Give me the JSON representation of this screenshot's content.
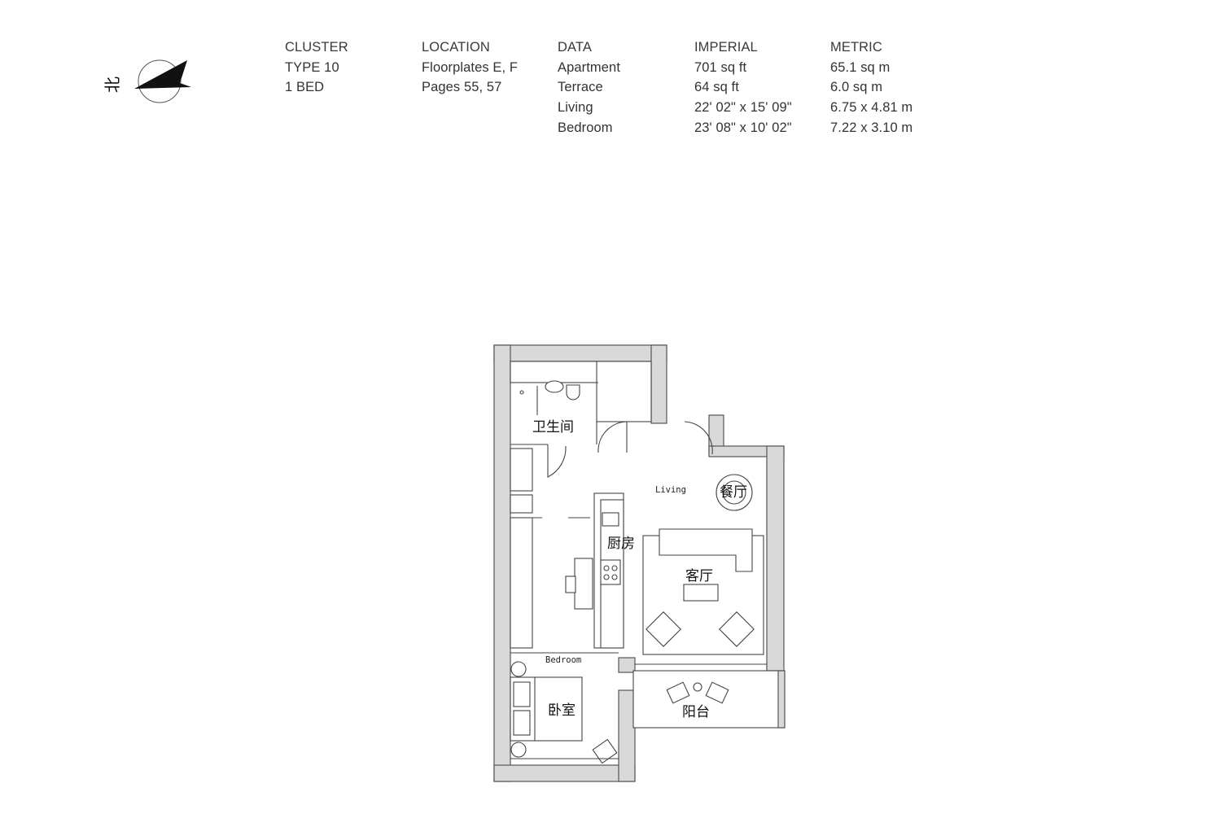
{
  "compass": {
    "label": "北",
    "icon": "north-arrow-icon"
  },
  "table": {
    "cluster": {
      "header": "CLUSTER",
      "rows": [
        "TYPE 10",
        "1 BED"
      ]
    },
    "location": {
      "header": "LOCATION",
      "rows": [
        "Floorplates E, F",
        "Pages 55, 57"
      ]
    },
    "data": {
      "header": "DATA",
      "rows": [
        "Apartment",
        "Terrace",
        "Living",
        "Bedroom"
      ]
    },
    "imperial": {
      "header": "IMPERIAL",
      "rows": [
        "701 sq ft",
        "64 sq ft",
        "22' 02\" x 15' 09\"",
        "23' 08\" x 10' 02\""
      ]
    },
    "metric": {
      "header": "METRIC",
      "rows": [
        "65.1 sq m",
        "6.0 sq m",
        "6.75 x 4.81 m",
        "7.22 x 3.10 m"
      ]
    }
  },
  "plan": {
    "rooms": {
      "bathroom": "卫生间",
      "living_en": "Living",
      "dining": "餐厅",
      "kitchen": "厨房",
      "lounge": "客厅",
      "bedroom_en": "Bedroom",
      "bedroom": "卧室",
      "balcony": "阳台"
    }
  },
  "colors": {
    "wall_fill": "#d9d9d9",
    "line": "#444444",
    "text": "#333333"
  }
}
